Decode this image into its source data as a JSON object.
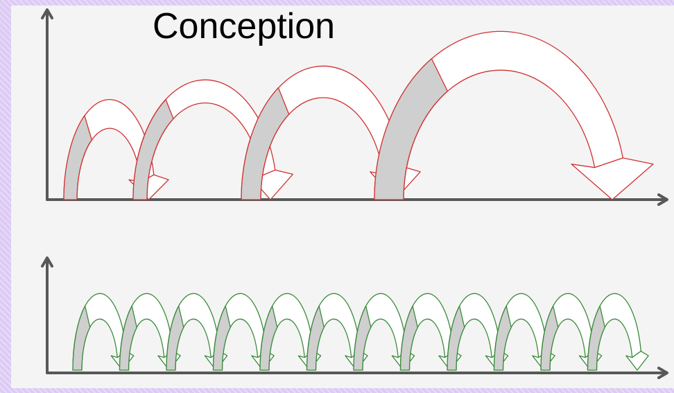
{
  "title": "Conception",
  "colors": {
    "page_background": "#dccaf4",
    "panel_background": "#f4f4f4",
    "axis": "#585858",
    "top_arrow_stroke": "#d03030",
    "bottom_arrow_stroke": "#3a8a3a",
    "arrow_shade": "#cfcfcf",
    "arrow_fill": "#ffffff"
  },
  "icons": {
    "top_arrows": "curved-jump-arrow-icon",
    "bottom_arrows": "curved-jump-arrow-icon"
  },
  "top_diagram": {
    "description_arrows": 4
  },
  "bottom_diagram": {
    "description_arrows": 12
  }
}
